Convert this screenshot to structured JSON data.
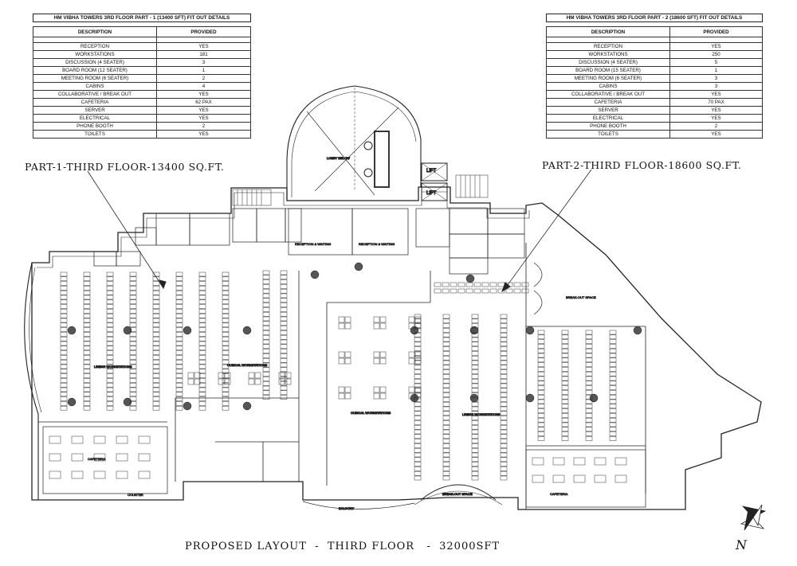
{
  "part1": {
    "table_title": "HM VIBHA TOWERS 3RD FLOOR PART - 1 (13400 SFT) FIT OUT DETAILS",
    "col_description": "DESCRIPTION",
    "col_provided": "PROVIDED",
    "rows": [
      {
        "description": "RECEPTION",
        "provided": "YES"
      },
      {
        "description": "WORKSTATIONS",
        "provided": "181"
      },
      {
        "description": "DISCUSSION (4 SEATER)",
        "provided": "3"
      },
      {
        "description": "BOARD ROOM (12 SEATER)",
        "provided": "1"
      },
      {
        "description": "MEETING ROOM (6 SEATER)",
        "provided": "2"
      },
      {
        "description": "CABINS",
        "provided": "4"
      },
      {
        "description": "COLLABORATIVE / BREAK OUT",
        "provided": "YES"
      },
      {
        "description": "CAFETERIA",
        "provided": "62 PAX"
      },
      {
        "description": "SERVER",
        "provided": "YES"
      },
      {
        "description": "ELECTRICAL",
        "provided": "YES"
      },
      {
        "description": "PHONE BOOTH",
        "provided": "2"
      },
      {
        "description": "TOILETS",
        "provided": "YES"
      }
    ],
    "area_label": "PART-1-THIRD FLOOR-13400 SQ.FT."
  },
  "part2": {
    "table_title": "HM VIBHA TOWERS 3RD FLOOR PART - 2 (18600 SFT) FIT OUT DETAILS",
    "col_description": "DESCRIPTION",
    "col_provided": "PROVIDED",
    "rows": [
      {
        "description": "RECEPTION",
        "provided": "YES"
      },
      {
        "description": "WORKSTATIONS",
        "provided": "250"
      },
      {
        "description": "DISCUSSION (4 SEATER)",
        "provided": "5"
      },
      {
        "description": "BOARD ROOM (15 SEATER)",
        "provided": "1"
      },
      {
        "description": "MEETING ROOM (6 SEATER)",
        "provided": "3"
      },
      {
        "description": "CABINS",
        "provided": "3"
      },
      {
        "description": "COLLABORATIVE / BREAK OUT",
        "provided": "YES"
      },
      {
        "description": "CAFETERIA",
        "provided": "70 PAX"
      },
      {
        "description": "SERVER",
        "provided": "YES"
      },
      {
        "description": "ELECTRICAL",
        "provided": "YES"
      },
      {
        "description": "PHONE BOOTH",
        "provided": "2"
      },
      {
        "description": "TOILETS",
        "provided": "YES"
      }
    ],
    "area_label": "PART-2-THIRD FLOOR-18600 SQ.FT."
  },
  "plan": {
    "lobby_label": "LOBBY BELOW",
    "lift_label": "LIFT",
    "balcony_label": "BALCONY",
    "break_out_label": "BREAK-OUT SPACE",
    "linear_ws_label_1": "LINEAR WORKSTATIONS",
    "linear_ws_label_2": "LINEAR WORKSTATIONS",
    "cubical_ws_label_1": "CUBICAL WORKSTATIONS",
    "cubical_ws_label_2": "CUBICAL WORKSTATIONS",
    "cafeteria_label_1": "CAFETERIA",
    "cafeteria_label_2": "CAFETERIA",
    "reception_label_1": "RECEPTION & WAITING",
    "reception_label_2": "RECEPTION & WAITING",
    "counter_label": "COUNTER",
    "north_letter": "N"
  },
  "footer": {
    "title": "PROPOSED LAYOUT  -  THIRD FLOOR   -  32000SFT"
  }
}
